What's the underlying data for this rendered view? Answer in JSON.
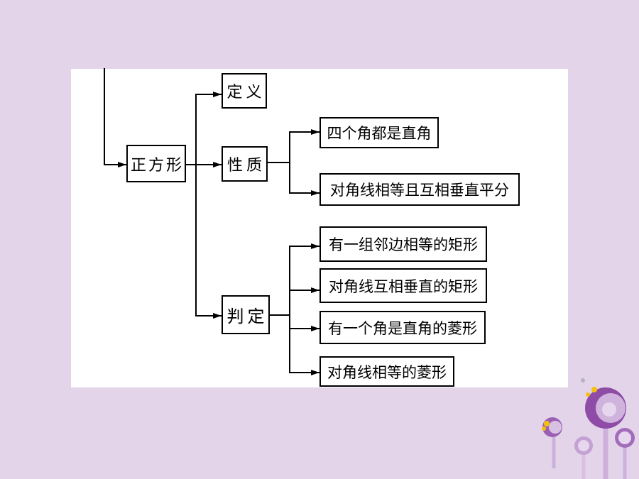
{
  "diagram": {
    "root": "正方形",
    "definition": "定义",
    "properties": {
      "label": "性质",
      "items": [
        "四个角都是直角",
        "对角线相等且互相垂直平分"
      ]
    },
    "criteria": {
      "label": "判定",
      "items": [
        "有一组邻边相等的矩形",
        "对角线互相垂直的矩形",
        "有一个角是直角的菱形",
        "对角线相等的菱形"
      ]
    }
  },
  "colors": {
    "slide_background": "#e3d4ea",
    "panel_background": "#ffffff",
    "line_color": "#000000",
    "accent_purple": "#8e4ca6",
    "accent_light_purple": "#cfb3dd",
    "accent_yellow": "#f4c20d"
  }
}
